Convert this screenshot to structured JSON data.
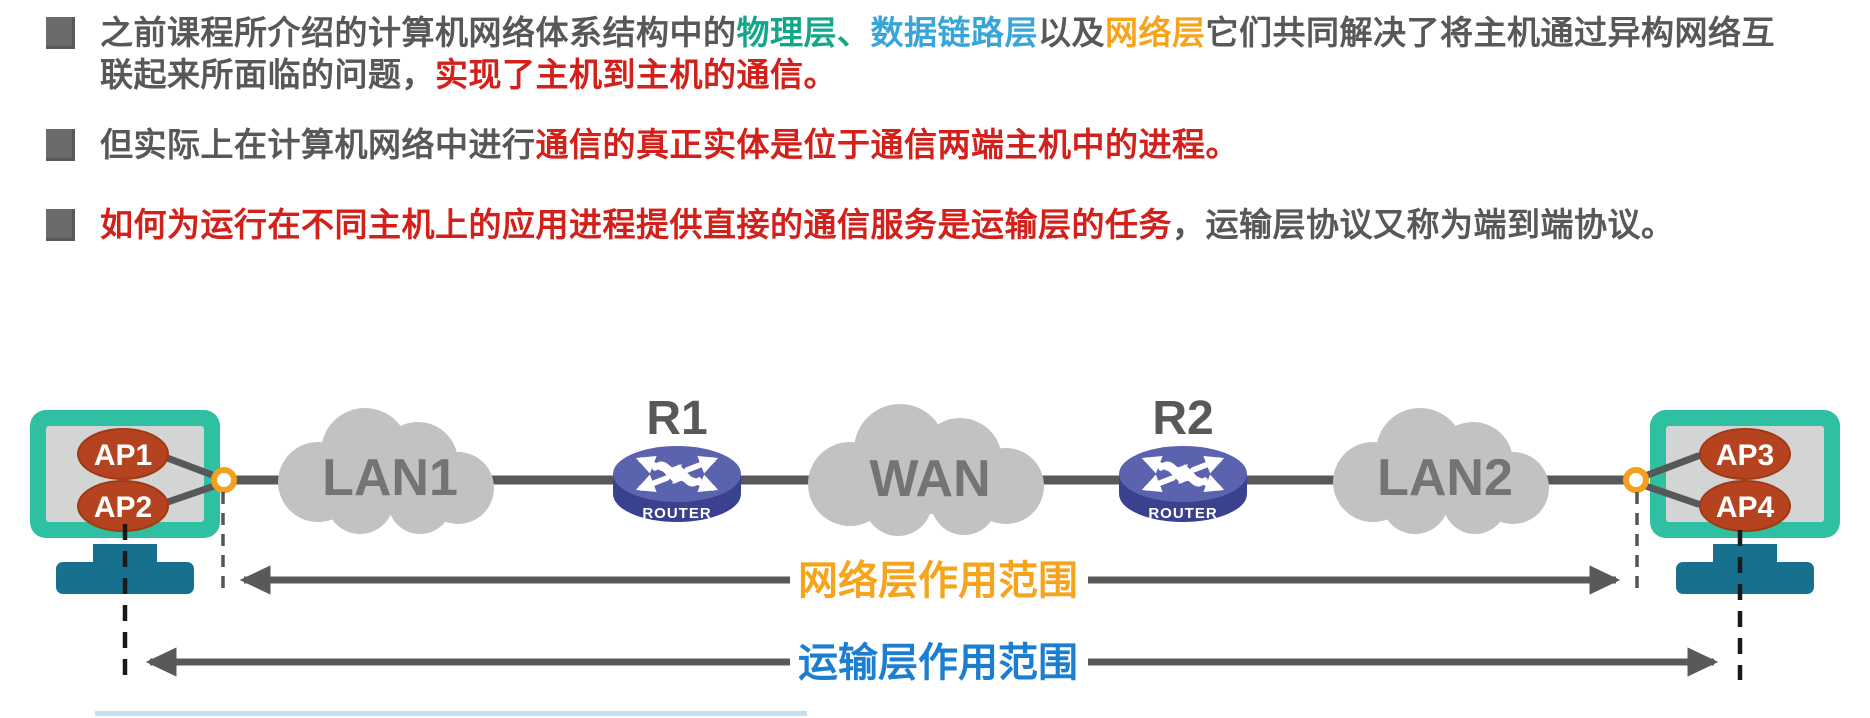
{
  "slide": {
    "bullets": [
      {
        "segments": [
          {
            "text": "之前课程所介绍的计算机网络体系结构中的",
            "color": "gray"
          },
          {
            "text": "物理层、",
            "color": "teal"
          },
          {
            "text": "数据链路层",
            "color": "blue"
          },
          {
            "text": "以及",
            "color": "gray"
          },
          {
            "text": "网络层",
            "color": "orange"
          },
          {
            "text": "它们共同解决了将主机通过异构网络互联起来所面临的问题，",
            "color": "gray"
          },
          {
            "text": "实现了主机到主机的通信。",
            "color": "red"
          }
        ]
      },
      {
        "segments": [
          {
            "text": "但实际上在计算机网络中进行",
            "color": "gray"
          },
          {
            "text": "通信的真正实体是位于通信两端主机中的进程。",
            "color": "red"
          }
        ]
      },
      {
        "segments": [
          {
            "text": "如何为运行在不同主机上的应用进程提供直接的通信服务是运输层的任务",
            "color": "red"
          },
          {
            "text": "，运输层协议又称为端到端协议。",
            "color": "gray"
          }
        ]
      }
    ]
  },
  "diagram": {
    "hosts": {
      "left": {
        "apps": [
          "AP1",
          "AP2"
        ]
      },
      "right": {
        "apps": [
          "AP3",
          "AP4"
        ]
      }
    },
    "clouds": [
      "LAN1",
      "WAN",
      "LAN2"
    ],
    "routers": [
      {
        "label": "R1",
        "caption": "ROUTER"
      },
      {
        "label": "R2",
        "caption": "ROUTER"
      }
    ],
    "scopes": {
      "network_label": "网络层作用范围",
      "transport_label": "运输层作用范围"
    }
  },
  "colors": {
    "body_text": "#58585a",
    "physical_layer_teal": "#13a78a",
    "datalink_layer_blue": "#38a5d8",
    "network_layer_orange": "#f6a41c",
    "emphasis_red": "#d3201a",
    "monitor_frame_teal": "#2ec0a0",
    "monitor_screen_gray": "#d3d5d4",
    "app_ellipse_red": "#b5431f",
    "stand_teal": "#16708e",
    "cloud_gray": "#c2c2c2",
    "cloud_label_gray": "#747474",
    "router_top_blue": "#5c63ae",
    "router_side_blue": "#3a418f",
    "connection_gray": "#58585a",
    "port_ring_orange": "#f5a01d",
    "network_scope_orange": "#f6a41c",
    "transport_scope_blue": "#1b7ed0"
  }
}
